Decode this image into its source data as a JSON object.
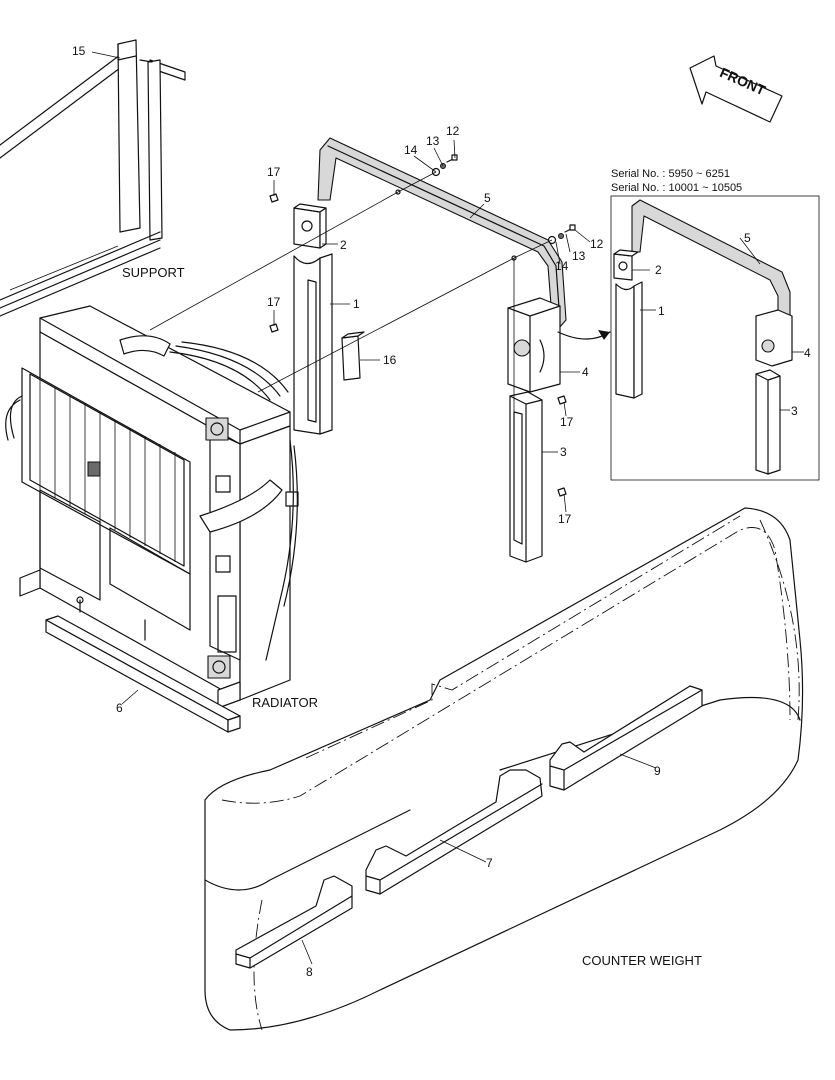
{
  "labels": {
    "support": "SUPPORT",
    "radiator": "RADIATOR",
    "counter_weight": "COUNTER WEIGHT",
    "front": "FRONT"
  },
  "inset": {
    "serial_1": "Serial No. : 5950 ~ 6251",
    "serial_2": "Serial No. : 10001 ~ 10505"
  },
  "callouts": {
    "c15": "15",
    "c17a": "17",
    "c14a": "14",
    "c13a": "13",
    "c12a": "12",
    "c5": "5",
    "c2": "2",
    "c17b": "17",
    "c1": "1",
    "c16": "16",
    "c12b": "12",
    "c13b": "13",
    "c14b": "14",
    "c4": "4",
    "c17c": "17",
    "c3": "3",
    "c17d": "17",
    "c6": "6",
    "c9": "9",
    "c7": "7",
    "c8": "8",
    "i5": "5",
    "i2": "2",
    "i1": "1",
    "i4": "4",
    "i3": "3"
  }
}
